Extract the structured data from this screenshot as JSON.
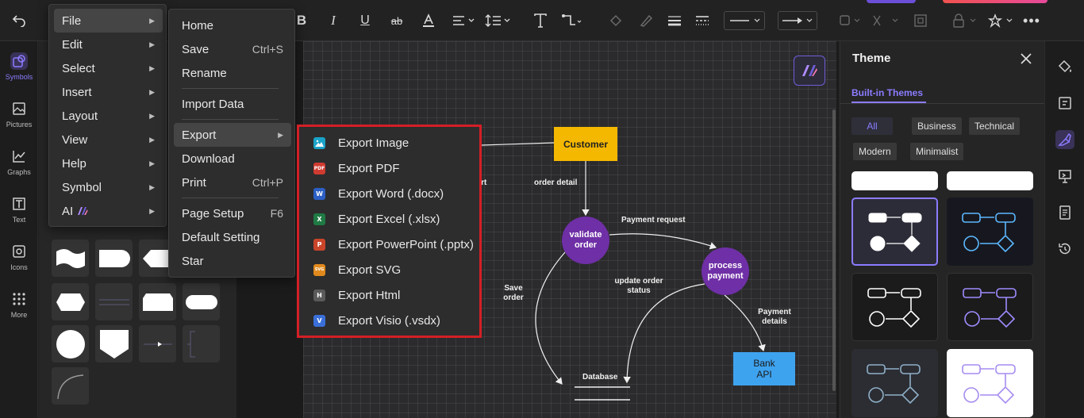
{
  "file_menu": {
    "items": [
      {
        "label": "File"
      },
      {
        "label": "Edit"
      },
      {
        "label": "Select"
      },
      {
        "label": "Insert"
      },
      {
        "label": "Layout"
      },
      {
        "label": "View"
      },
      {
        "label": "Help"
      },
      {
        "label": "Symbol"
      },
      {
        "label": "AI"
      }
    ]
  },
  "file_submenu": {
    "home": "Home",
    "save": "Save",
    "save_shortcut": "Ctrl+S",
    "rename": "Rename",
    "import_data": "Import Data",
    "export": "Export",
    "download": "Download",
    "print": "Print",
    "print_shortcut": "Ctrl+P",
    "page_setup": "Page Setup",
    "page_setup_shortcut": "F6",
    "default_setting": "Default Setting",
    "star": "Star"
  },
  "export_menu": {
    "items": [
      {
        "label": "Export Image",
        "icon": "image-icon",
        "color": "#1aa3c8",
        "glyph": ""
      },
      {
        "label": "Export PDF",
        "icon": "pdf-icon",
        "color": "#d03b30",
        "glyph": "PDF"
      },
      {
        "label": "Export Word (.docx)",
        "icon": "word-icon",
        "color": "#2b5fc4",
        "glyph": "W"
      },
      {
        "label": "Export Excel (.xlsx)",
        "icon": "excel-icon",
        "color": "#1f7a44",
        "glyph": "X"
      },
      {
        "label": "Export PowerPoint (.pptx)",
        "icon": "powerpoint-icon",
        "color": "#c9452a",
        "glyph": "P"
      },
      {
        "label": "Export SVG",
        "icon": "svg-icon",
        "color": "#e08a1e",
        "glyph": "SVG"
      },
      {
        "label": "Export Html",
        "icon": "html-icon",
        "color": "#5a5a5a",
        "glyph": "H"
      },
      {
        "label": "Export Visio (.vsdx)",
        "icon": "visio-icon",
        "color": "#3a6fd8",
        "glyph": "V"
      }
    ]
  },
  "left_rail": {
    "items": [
      {
        "label": "Symbols"
      },
      {
        "label": "Pictures"
      },
      {
        "label": "Graphs"
      },
      {
        "label": "Text"
      },
      {
        "label": "Icons"
      },
      {
        "label": "More"
      }
    ]
  },
  "diagram": {
    "customer": "Customer",
    "validate_order": "validate order",
    "process_payment": "process payment",
    "bank_api": "Bank API",
    "database": "Database",
    "edge_order_detail": "order detail",
    "edge_payment_request": "Payment request",
    "edge_update_order_status": "update order status",
    "edge_save_order": "Save order",
    "edge_payment_details": "Payment details",
    "edge_partial": "ort"
  },
  "theme_panel": {
    "title": "Theme",
    "tab": "Built-in Themes",
    "filters": [
      "All",
      "Business",
      "Technical",
      "Modern",
      "Minimalist"
    ]
  },
  "colors": {
    "accent": "#8b7cff",
    "customer_fill": "#f5b800",
    "process_fill": "#6f2fa6",
    "bank_fill": "#3ea3ef",
    "export_border": "#d41f26"
  }
}
